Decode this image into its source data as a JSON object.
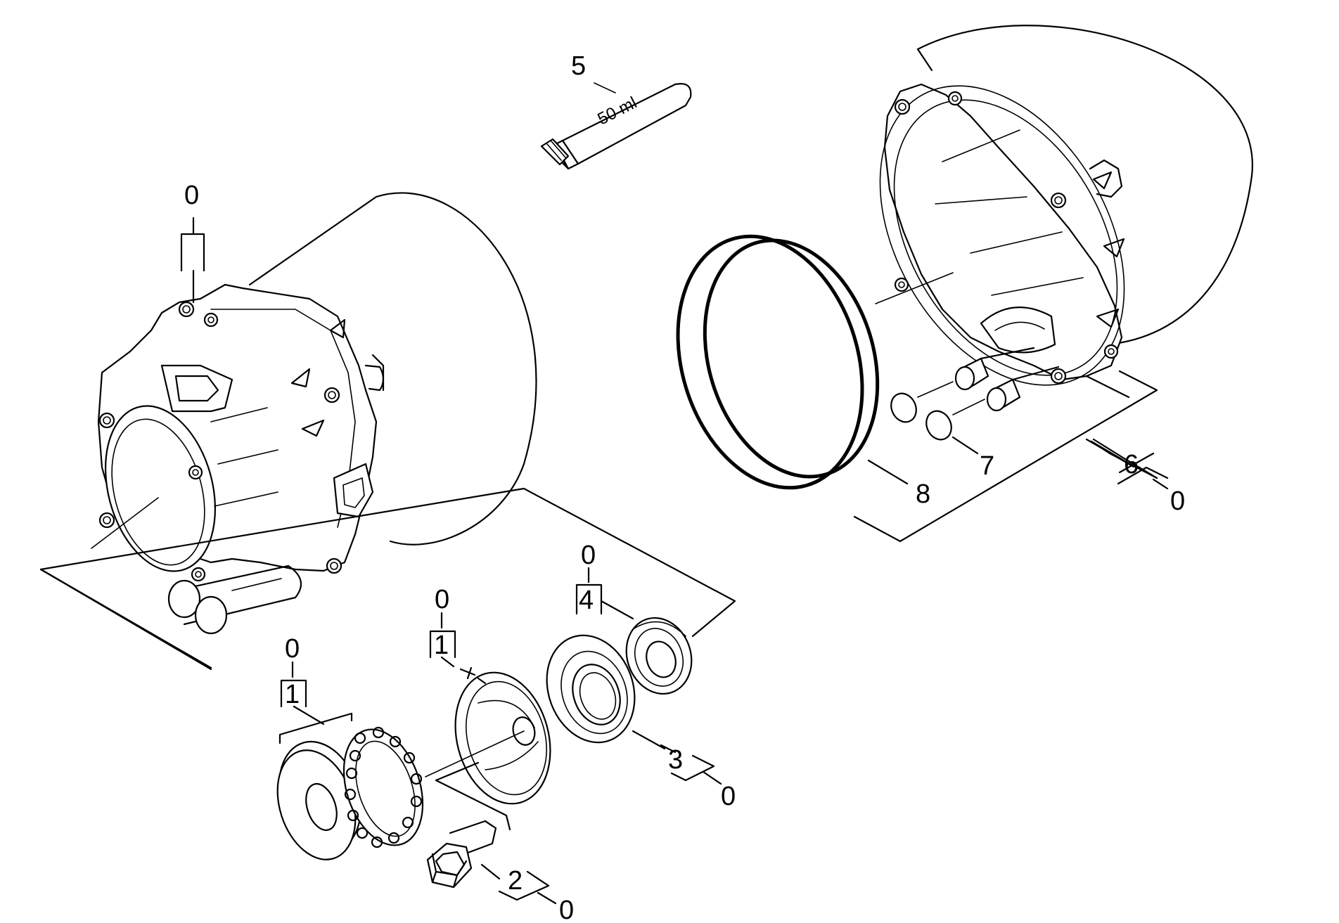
{
  "labels": {
    "item_5": "5",
    "tube_volume": "50 ml",
    "item_0_housing": "0",
    "item_7": "7",
    "item_8": "8",
    "item_6": "6",
    "item_6_sub": "0",
    "item_0_bearing": "0",
    "item_4": "4",
    "item_0_cup": "0",
    "item_1_cup": "1",
    "item_0_washer": "0",
    "item_1_washer": "1",
    "item_3": "3",
    "item_3_sub": "0",
    "item_2": "2",
    "item_2_sub": "0"
  }
}
